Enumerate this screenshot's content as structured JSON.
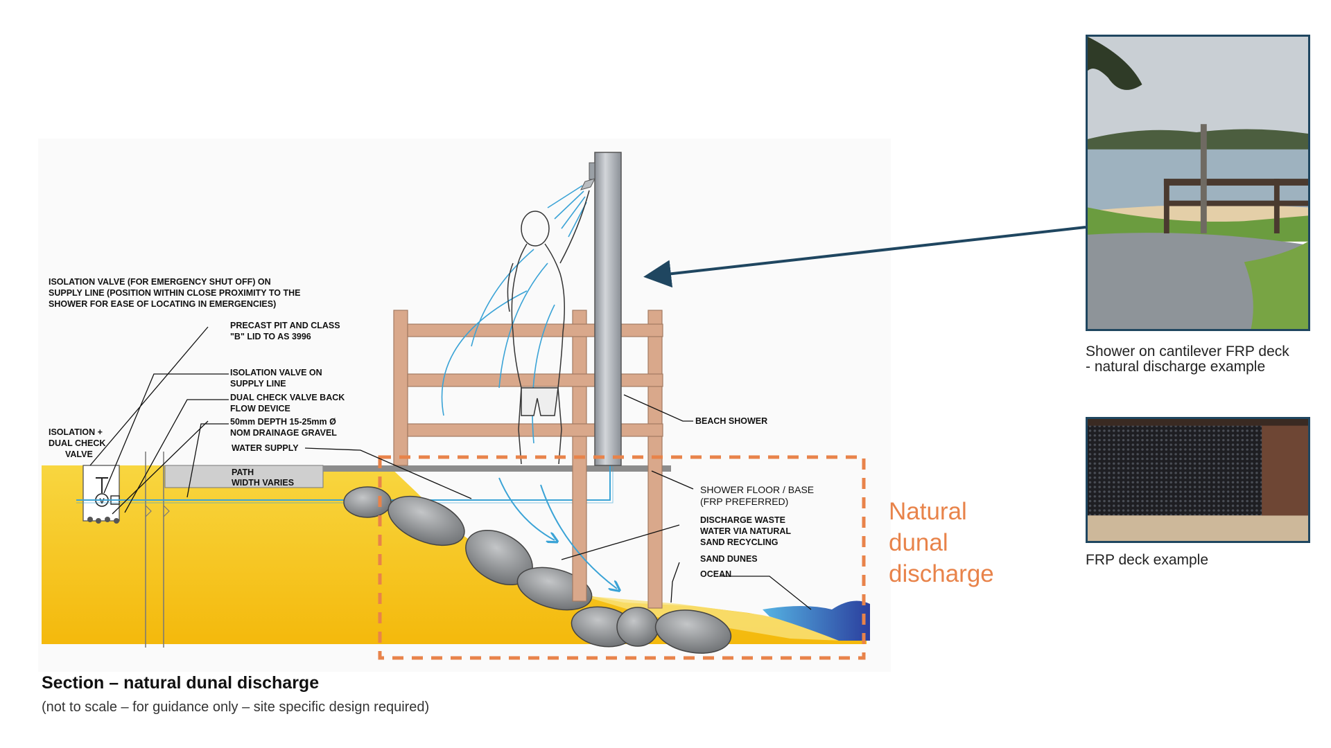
{
  "diagram": {
    "labels": {
      "isolation_valve_emergency": [
        "ISOLATION VALVE (FOR EMERGENCY SHUT OFF) ON",
        "SUPPLY LINE (POSITION WITHIN CLOSE PROXIMITY TO THE",
        "SHOWER FOR EASE OF LOCATING IN EMERGENCIES)"
      ],
      "precast_pit": [
        "PRECAST PIT AND CLASS",
        "\"B\" LID TO AS 3996"
      ],
      "isolation_valve_supply": [
        "ISOLATION VALVE ON",
        "SUPPLY LINE"
      ],
      "dual_check_valve": [
        "DUAL CHECK VALVE BACK",
        "FLOW DEVICE"
      ],
      "drainage_gravel": [
        "50mm DEPTH 15-25mm Ø",
        "NOM DRAINAGE GRAVEL"
      ],
      "water_supply": "WATER SUPPLY",
      "isolation_dual_check": [
        "ISOLATION  +",
        "DUAL CHECK",
        "VALVE"
      ],
      "path": [
        "PATH",
        "WIDTH VARIES"
      ],
      "beach_shower": "BEACH SHOWER",
      "shower_floor": [
        "SHOWER FLOOR / BASE",
        "(FRP PREFERRED)"
      ],
      "discharge_waste": [
        "DISCHARGE WASTE",
        "WATER VIA NATURAL",
        "SAND RECYCLING"
      ],
      "sand_dunes": "SAND DUNES",
      "ocean": "OCEAN",
      "valve_symbol": "V"
    },
    "highlight_label": [
      "Natural",
      "dunal",
      "discharge"
    ],
    "colors": {
      "sand": "#f6c318",
      "sand_light": "#f9e27a",
      "ocean": "#2b4ea8",
      "timber": "#d9a88b",
      "highlight": "#e8834a",
      "pipe": "#3aa3d6",
      "arrow": "#1f4660"
    }
  },
  "caption": {
    "title": "Section – natural dunal discharge",
    "subtitle": "(not to scale – for guidance only – site specific design required)"
  },
  "photos": [
    {
      "caption": [
        "Shower on cantilever FRP deck",
        "- natural discharge example"
      ]
    },
    {
      "caption": [
        "FRP deck example"
      ]
    }
  ]
}
